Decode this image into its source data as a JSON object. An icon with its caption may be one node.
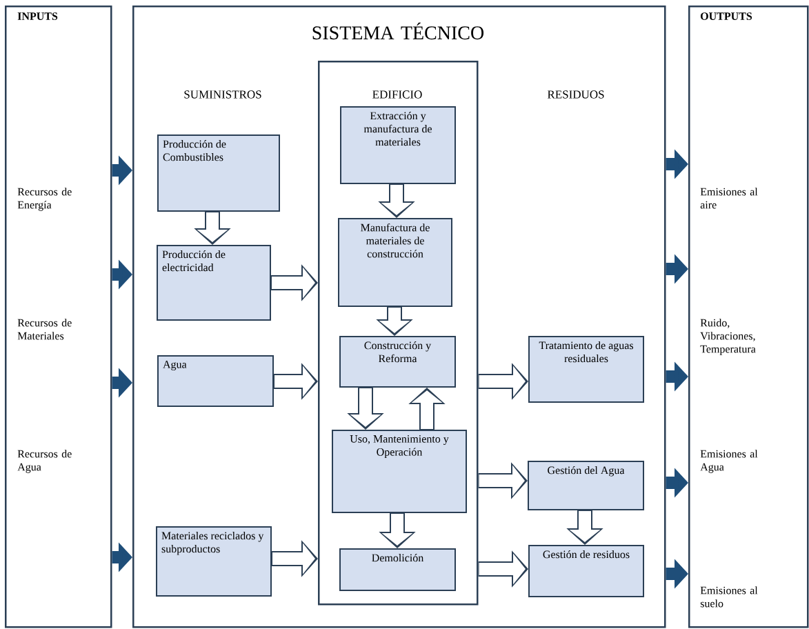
{
  "diagram": {
    "nodes": [
      {
        "text": [
          "INPUTS",
          "Recursos de Energía",
          "Recursos de Materiales",
          "Recursos de Agua"
        ]
      },
      {
        "text": [
          "SISTEMA TÉCNICO",
          "SUMINISTROS",
          "RESIDUOS"
        ]
      },
      {
        "text": [
          "OUTPUTS",
          "Emisiones al aire",
          "Ruido, Vibraciones, Temperatura",
          "Emisiones al Agua",
          "Emisiones al suelo"
        ]
      },
      {
        "text": [
          "Producción de Combustibles"
        ],
        "in": 1
      },
      {
        "text": [
          "Producción de electricidad"
        ],
        "in": 1
      },
      {
        "text": [
          "Agua"
        ],
        "in": 1
      },
      {
        "text": [
          "Materiales reciclados y subproductos"
        ],
        "in": 1
      },
      {
        "text": [
          "EDIFICIO"
        ],
        "in": 1
      },
      {
        "text": [
          "Extracción y manufactura de materiales"
        ],
        "in": 7
      },
      {
        "text": [
          "Manufactura de materiales de construcción"
        ],
        "in": 7
      },
      {
        "text": [
          "Construcción y Reforma"
        ],
        "in": 7
      },
      {
        "text": [
          "Uso, Mantenimiento y Operación"
        ],
        "in": 7
      },
      {
        "text": [
          "Demolición"
        ],
        "in": 7
      },
      {
        "text": [
          "Tratamiento de aguas residuales"
        ],
        "in": 1
      },
      {
        "text": [
          "Gestión del Agua"
        ],
        "in": 1
      },
      {
        "text": [
          "Gestión de residuos"
        ],
        "in": 1
      }
    ],
    "edges": [
      {
        "from": 0,
        "to": 1,
        "arrow": "to",
        "color": "#1f4e79"
      },
      {
        "from": 0,
        "to": 1,
        "arrow": "to",
        "color": "#1f4e79"
      },
      {
        "from": 0,
        "to": 1,
        "arrow": "to",
        "color": "#1f4e79"
      },
      {
        "from": 0,
        "to": 1,
        "arrow": "to",
        "color": "#1f4e79"
      },
      {
        "from": 1,
        "to": 2,
        "arrow": "to",
        "color": "#1f4e79"
      },
      {
        "from": 1,
        "to": 2,
        "arrow": "to",
        "color": "#1f4e79"
      },
      {
        "from": 1,
        "to": 2,
        "arrow": "to",
        "color": "#1f4e79"
      },
      {
        "from": 1,
        "to": 2,
        "arrow": "to",
        "color": "#1f4e79"
      },
      {
        "from": 1,
        "to": 2,
        "arrow": "to",
        "color": "#1f4e79"
      },
      {
        "from": 3,
        "to": 4,
        "arrow": "to"
      },
      {
        "from": 4,
        "to": 7,
        "arrow": "to"
      },
      {
        "from": 5,
        "to": 7,
        "arrow": "to"
      },
      {
        "from": 6,
        "to": 7,
        "arrow": "to"
      },
      {
        "from": 8,
        "to": 9,
        "arrow": "to"
      },
      {
        "from": 9,
        "to": 10,
        "arrow": "to"
      },
      {
        "from": 10,
        "to": 11,
        "arrow": "to"
      },
      {
        "from": 11,
        "to": 10,
        "arrow": "to"
      },
      {
        "from": 11,
        "to": 12,
        "arrow": "to"
      },
      {
        "from": 7,
        "to": 13,
        "arrow": "to"
      },
      {
        "from": 7,
        "to": 14,
        "arrow": "to"
      },
      {
        "from": 7,
        "to": 15,
        "arrow": "to"
      },
      {
        "from": 14,
        "to": 15,
        "arrow": "to"
      }
    ]
  }
}
